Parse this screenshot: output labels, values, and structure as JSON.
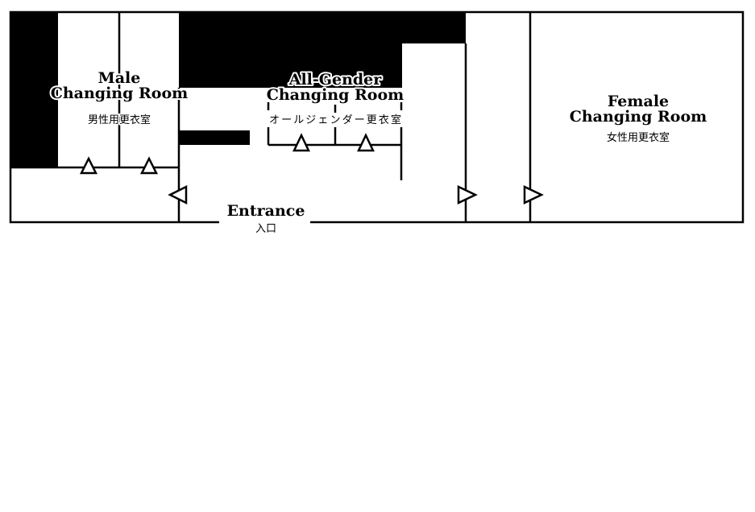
{
  "rooms": {
    "male": {
      "en_line1": "Male",
      "en_line2": "Changing Room",
      "ja": "男性用更衣室"
    },
    "all_gender": {
      "en_line1": "All-Gender",
      "en_line2": "Changing Room",
      "ja": "オールジェンダー更衣室"
    },
    "female": {
      "en_line1": "Female",
      "en_line2": "Changing Room",
      "ja": "女性用更衣室"
    }
  },
  "entrance": {
    "en": "Entrance",
    "ja": "入口"
  },
  "colors": {
    "wall": "#000000",
    "background": "#ffffff"
  }
}
